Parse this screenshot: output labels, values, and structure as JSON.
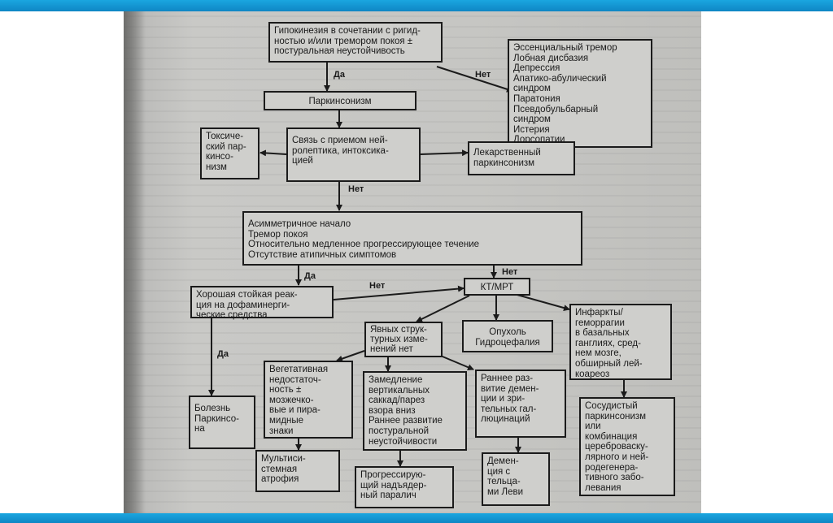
{
  "flowchart": {
    "nodes": {
      "hypokinesia": "Гипокинезия в сочетании с ригид-\nностью и/или тремором покоя ±\nпостуральная неустойчивость",
      "differential": "Эссенциальный тремор\nЛобная дисбазия\nДепрессия\nАпатико-абулический\nсиндром\nПаратония\nПсевдобульбарный\nсиндром\nИстерия\nДорсопатии",
      "parkinsonism": "Паркинсонизм",
      "toxic": "Токсиче-\nский пар-\nкинсо-\nнизм",
      "neuroleptic_link": "Связь с приемом ней-\nролептика, интоксика-\nцией",
      "drug_induced": "Лекарственный\nпаркинсонизм",
      "asymmetric": "Асимметричное начало\nТремор покоя\nОтносительно медленное прогрессирующее течение\nОтсутствие атипичных симптомов",
      "good_response": "Хорошая стойкая реак-\nция на дофаминерги-\nческие средства",
      "ct_mri": "КТ/МРТ",
      "infarcts": "Инфаркты/\nгеморрагии\nв базальных\nганглиях, сред-\nнем мозге,\nобширный лей-\nкоареоз",
      "no_structural": "Явных струк-\nтурных изме-\nнений нет",
      "tumor": "Опухоль\nГидроцефалия",
      "parkinson_disease": "Болезнь\nПаркинсо-\nна",
      "autonomic": "Вегетативная\nнедостаточ-\nность ±\nмозжечко-\nвые и пира-\nмидные\nзнаки",
      "saccades": "Замедление\nвертикальных\nсаккад/парез\nвзора вниз\nРаннее развитие\nпостуральной\nнеустойчивости",
      "dementia_early": "Раннее раз-\nвитие демен-\nции и зри-\nтельных гал-\nлюцинаций",
      "vascular": "Сосудистый\nпаркинсонизм\nили\nкомбинация\nцереброваску-\nлярного и ней-\nродегенера-\nтивного забо-\nлевания",
      "msa": "Мультиси-\nстемная\nатрофия",
      "psp": "Прогрессирую-\nщий надъядер-\nный паралич",
      "dlb": "Демен-\nция с\nтельца-\nми Леви"
    },
    "labels": {
      "yes": "Да",
      "no": "Нет"
    }
  }
}
